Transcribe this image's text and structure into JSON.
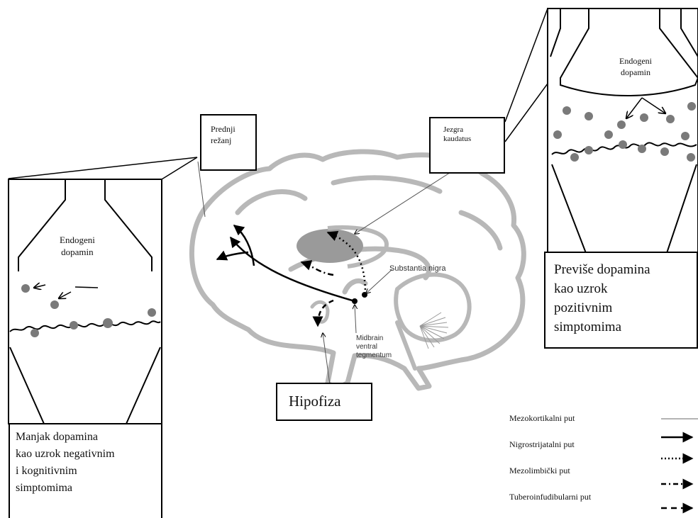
{
  "labels": {
    "prednji_rezanj": "Prednji\nrežanj",
    "jezgra_kaudatus": "Jezgra\nkaudatus",
    "hipofiza": "Hipofiza",
    "substantia_nigra": "Substantia nigra",
    "midbrain": "Midbrain\nventral\ntegmentum",
    "left_endogeni": "Endogeni\ndopamin",
    "right_endogeni": "Endogeni\ndopamin",
    "left_caption": "Manjak dopamina\nkao uzrok negativnim\ni kognitivnim\nsimptomima",
    "right_caption": "Previše dopamina\nkao uzrok\npozitivnim\nsimptomima"
  },
  "legend": [
    {
      "label": "Mezokortikalni put",
      "style": "solid-thin"
    },
    {
      "label": "Nigrostrijatalni put",
      "style": "solid-arrow"
    },
    {
      "label": "Mezolimbički put",
      "style": "dotted-arrow"
    },
    {
      "label": "Tuberoinfudibularni put",
      "style": "dash-dot-arrow"
    },
    {
      "label": "",
      "style": "dashed-arrow"
    }
  ],
  "colors": {
    "brain_outline": "#b8b8b8",
    "dot": "#7a7a7a",
    "caudate": "#9a9a9a",
    "line": "#000000"
  }
}
